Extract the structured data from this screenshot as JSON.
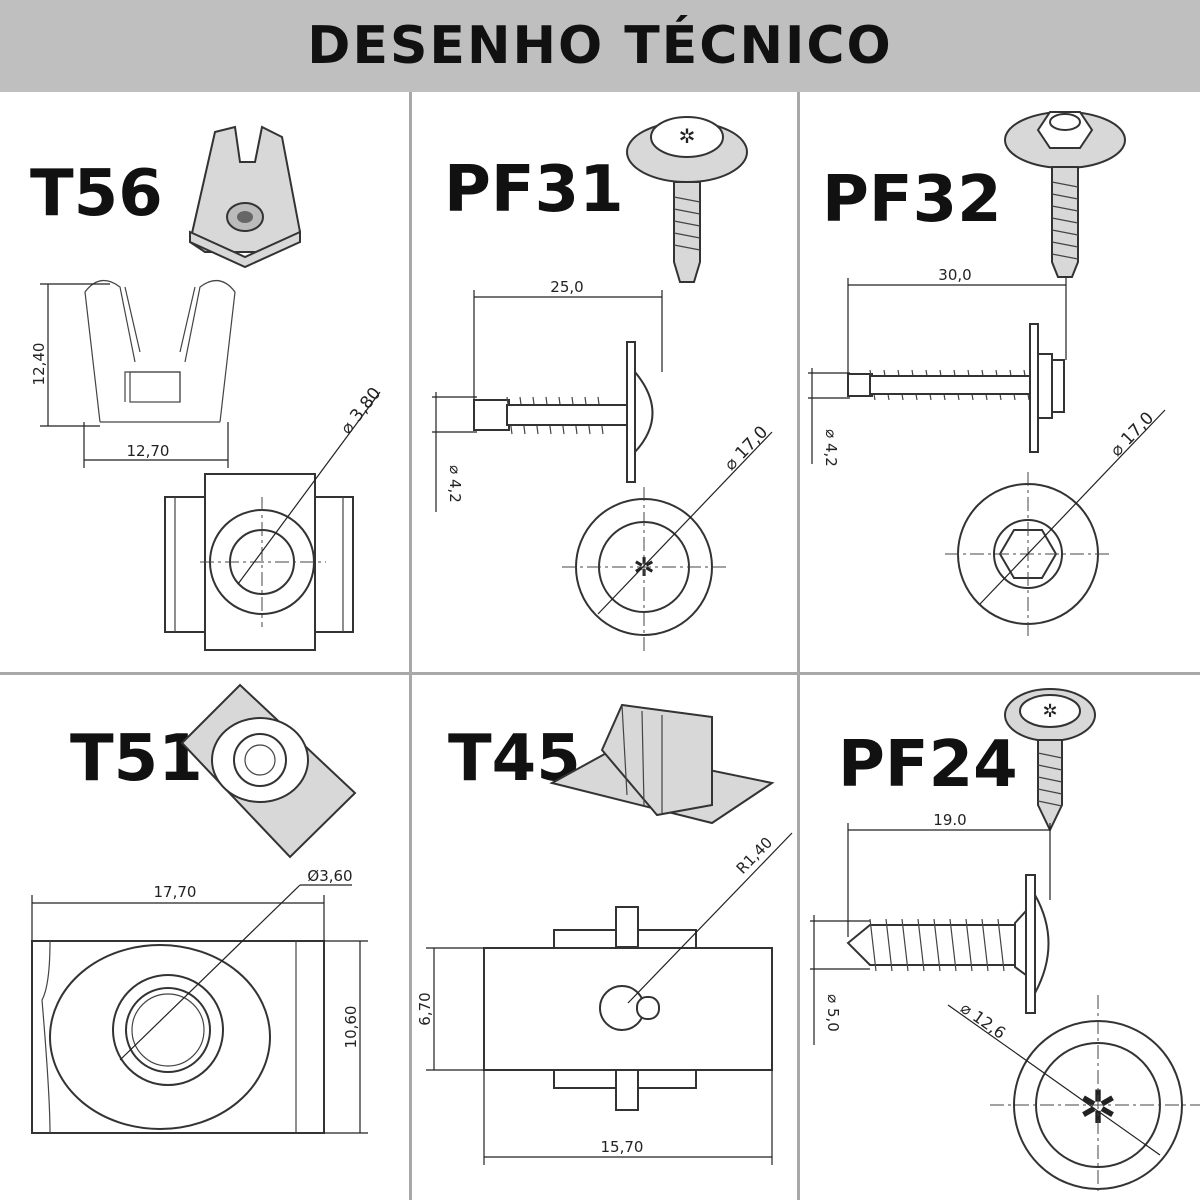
{
  "header": {
    "title": "DESENHO TÉCNICO"
  },
  "panels": {
    "t56": {
      "code": "T56",
      "dim_height": "12,40",
      "dim_width": "12,70",
      "dim_diameter": "⌀ 3,80"
    },
    "pf31": {
      "code": "PF31",
      "dim_length": "25,0",
      "dim_shank": "⌀ 4,2",
      "dim_head": "⌀ 17,0"
    },
    "pf32": {
      "code": "PF32",
      "dim_length": "30,0",
      "dim_shank": "⌀ 4,2",
      "dim_head": "⌀ 17,0"
    },
    "t51": {
      "code": "T51",
      "dim_width": "17,70",
      "dim_diameter": "Ø3,60",
      "dim_height": "10,60"
    },
    "t45": {
      "code": "T45",
      "dim_radius": "R1,40",
      "dim_height": "6,70",
      "dim_width": "15,70"
    },
    "pf24": {
      "code": "PF24",
      "dim_length": "19.0",
      "dim_shank": "⌀ 5,0",
      "dim_head": "⌀ 12,6"
    }
  },
  "colors": {
    "banner": "#bfbfbf",
    "divider": "#a8a8a8",
    "ink": "#111111"
  }
}
